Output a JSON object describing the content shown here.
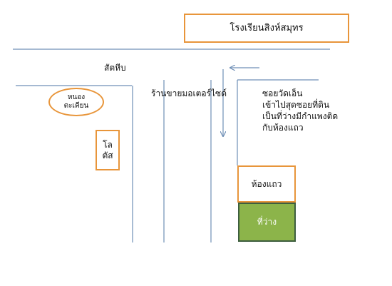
{
  "map": {
    "school_label": "โรงเรียนสิงห์สมุทร",
    "road_label": "สัตหีบ",
    "motorcycle_shop_label": "ร้านขายมอเตอร์ไซด์",
    "pond_label_line1": "หนอง",
    "pond_label_line2": "ตะเคียน",
    "lotus_label_line1": "โล",
    "lotus_label_line2": "ตัส",
    "soi_note_line1": "ซอยวัดเอ็น",
    "soi_note_line2": "เข้าไปสุดซอยที่ดิน",
    "soi_note_line3": "เป็นที่ว่างมีกำแพงติด",
    "soi_note_line4": "กับห้องแถว",
    "row_house_label": "ห้องแถว",
    "vacant_land_label": "ที่ว่าง"
  },
  "colors": {
    "road_line": "#6f8fb6",
    "label_border": "#e8953a",
    "vacant_fill": "#8cb44a",
    "vacant_border": "#3d5e3f"
  }
}
